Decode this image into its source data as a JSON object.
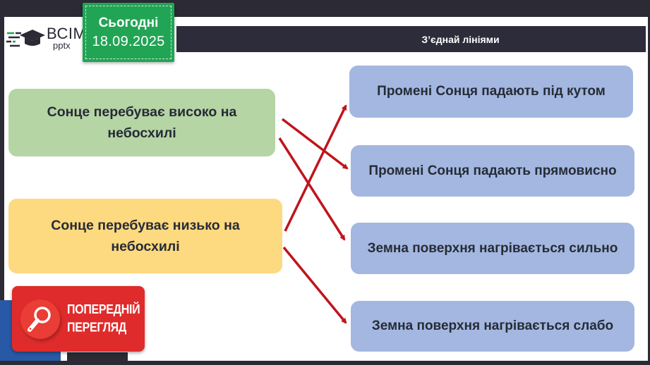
{
  "header": {
    "logo": {
      "word": "ВСІМ",
      "sub": "pptx"
    },
    "date_badge": {
      "label": "Сьогодні",
      "date": "18.09.2025"
    },
    "title": "З’єднай лініями"
  },
  "left_items": [
    {
      "text": "Сонце перебуває високо на небосхилі",
      "color": "#b5d5a4"
    },
    {
      "text": "Сонце перебуває низько на небосхилі",
      "color": "#fdd97f"
    }
  ],
  "right_items": [
    {
      "text": "Промені Сонця падають під кутом"
    },
    {
      "text": "Промені Сонця падають прямовисно"
    },
    {
      "text": "Земна поверхня нагрівається сильно"
    },
    {
      "text": "Земна поверхня нагрівається слабо"
    }
  ],
  "connections": [
    {
      "from": 0,
      "to": 1
    },
    {
      "from": 0,
      "to": 2
    },
    {
      "from": 1,
      "to": 0
    },
    {
      "from": 1,
      "to": 3
    }
  ],
  "preview_badge": {
    "line1": "ПОПЕРЕДНІЙ",
    "line2": "ПЕРЕГЛЯД",
    "icon": "magnifier-icon"
  },
  "colors": {
    "arrow": "#c0141c",
    "right_box": "#a3b7e0",
    "title_bar": "#2d2c3a",
    "date_badge": "#22a455",
    "preview_badge": "#df2b2b"
  }
}
